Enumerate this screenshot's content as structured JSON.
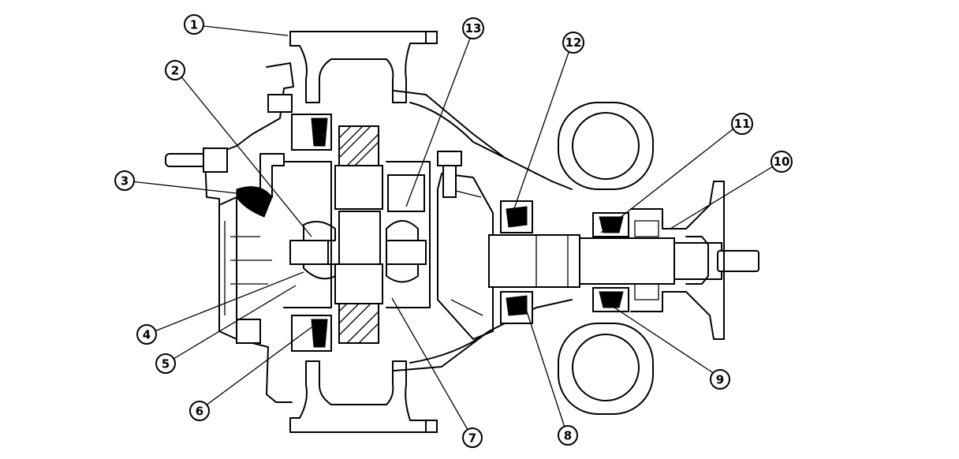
{
  "diagram": {
    "callouts": [
      {
        "id": "1"
      },
      {
        "id": "2"
      },
      {
        "id": "3"
      },
      {
        "id": "4"
      },
      {
        "id": "5"
      },
      {
        "id": "6"
      },
      {
        "id": "7"
      },
      {
        "id": "8"
      },
      {
        "id": "9"
      },
      {
        "id": "10"
      },
      {
        "id": "11"
      },
      {
        "id": "12"
      },
      {
        "id": "13"
      }
    ]
  },
  "colors": {
    "ink": "#000000",
    "paper": "#ffffff"
  }
}
